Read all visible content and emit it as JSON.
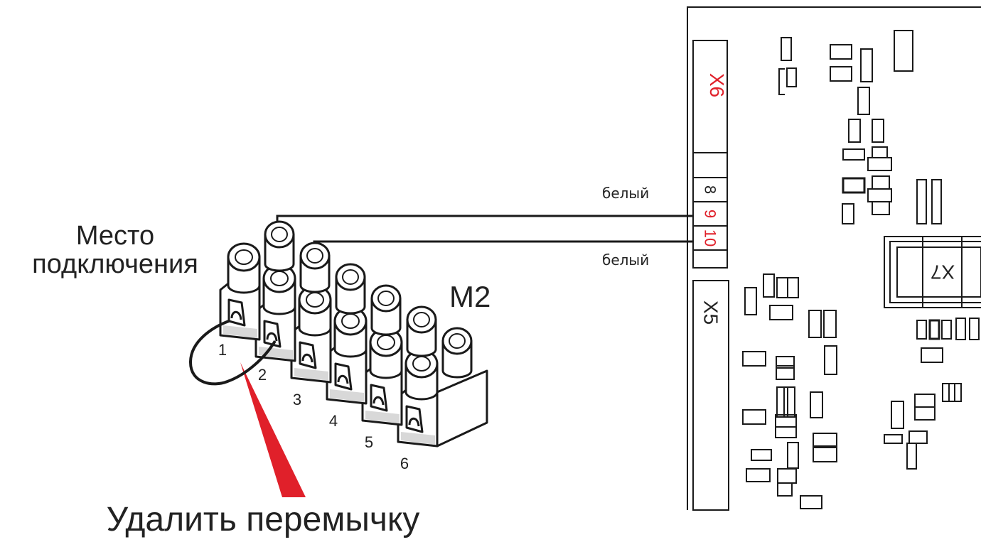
{
  "labels": {
    "connection_place": [
      "Место",
      "подключения"
    ],
    "block_name": "M2",
    "remove_jumper": "Удалить перемычку",
    "wire_top": "белый",
    "wire_bottom": "белый"
  },
  "terminal_block": {
    "terminals": [
      "1",
      "2",
      "3",
      "4",
      "5",
      "6"
    ]
  },
  "board": {
    "connector_x6": {
      "name": "X6",
      "pins": [
        "8",
        "9",
        "10"
      ]
    },
    "connector_x5": "X5",
    "connector_x7": "X7"
  },
  "colors": {
    "line": "#1a1a1a",
    "red": "#e0202a",
    "screw_fill": "#ffffff",
    "block_shadow": "#d8d8d8"
  }
}
